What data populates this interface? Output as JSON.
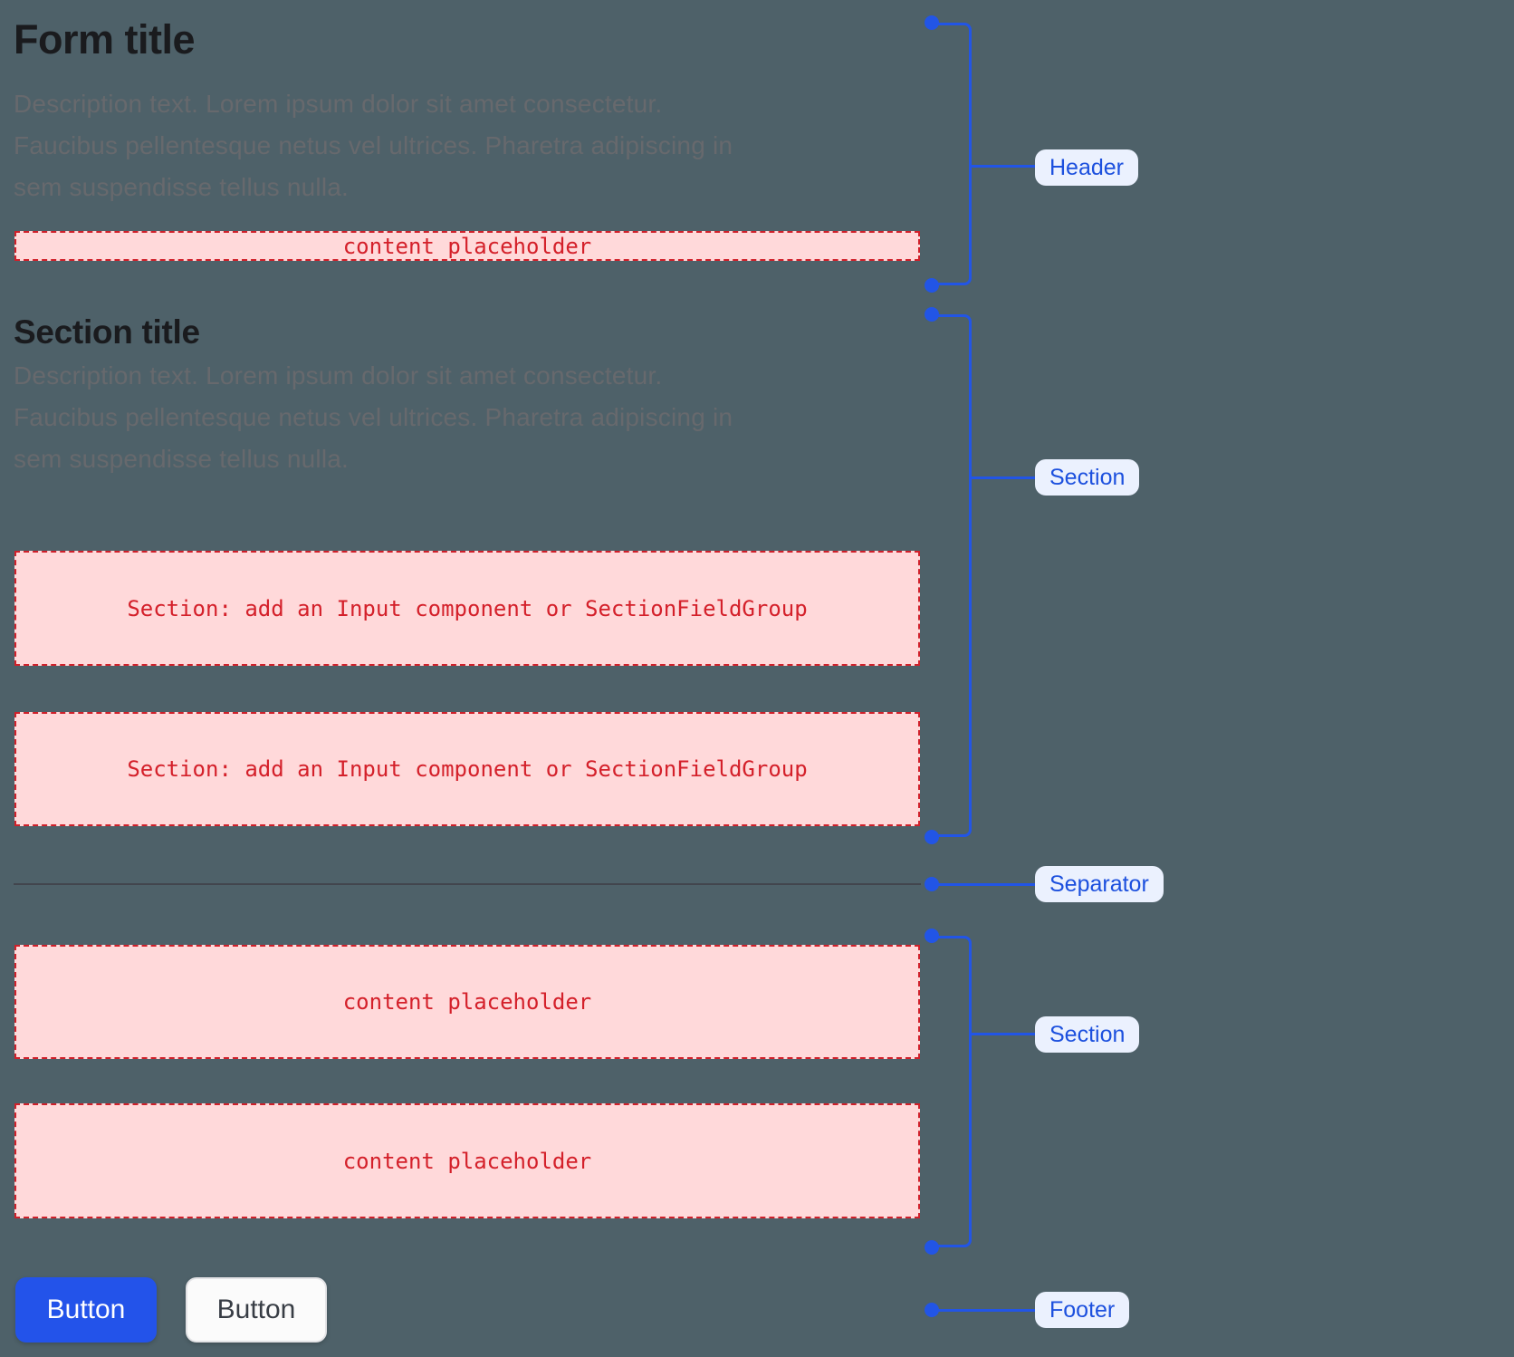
{
  "canvas": {
    "background": "#4e6169"
  },
  "form": {
    "title": "Form title",
    "description_lines": [
      "Description text. Lorem ipsum dolor sit amet consectetur.",
      "Faucibus pellentesque netus vel ultrices. Pharetra adipiscing in",
      "sem suspendisse tellus nulla."
    ],
    "header_placeholder": "content placeholder",
    "section": {
      "title": "Section title",
      "description_lines": [
        "Description text. Lorem ipsum dolor sit amet consectetur.",
        "Faucibus pellentesque netus vel ultrices. Pharetra adipiscing in",
        "sem suspendisse tellus nulla."
      ],
      "slot_text_1": "Section: add an Input component or SectionFieldGroup",
      "slot_text_2": "Section: add an Input component or SectionFieldGroup"
    },
    "section2": {
      "slot_text_1": "content placeholder",
      "slot_text_2": "content placeholder"
    },
    "footer": {
      "primary_button": "Button",
      "secondary_button": "Button"
    }
  },
  "annotations": {
    "header": "Header",
    "section_top": "Section",
    "separator": "Separator",
    "section_bottom": "Section",
    "footer": "Footer"
  },
  "colors": {
    "annotation_blue": "#2255e6",
    "annotation_label_bg": "#ebf1fe",
    "annotation_label_text": "#1c50de",
    "placeholder_pink_bg": "#ffd9da",
    "placeholder_red": "#d4202a",
    "separator_gray": "#42454d",
    "primary_button_blue": "#2353ea",
    "page_background": "#4e6169"
  }
}
